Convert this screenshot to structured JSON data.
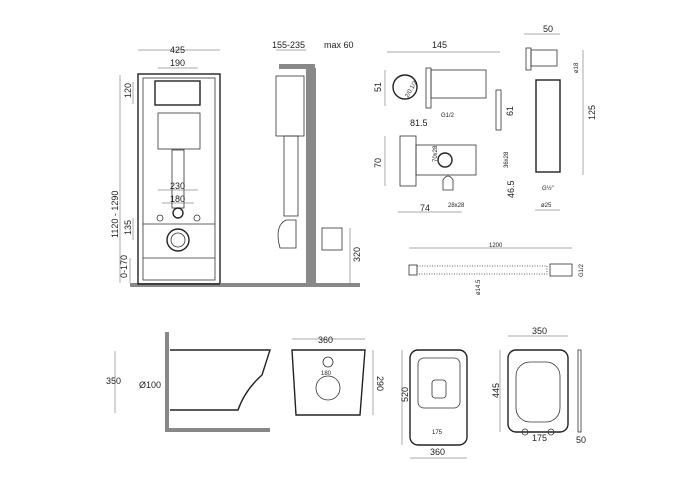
{
  "frame_front": {
    "width": "425",
    "plate_width": "190",
    "plate_height": "120",
    "height_range": "1120 - 1290",
    "bolt_outer": "230",
    "bolt_inner": "180",
    "outlet_height": "135",
    "leg_range": "0-170"
  },
  "frame_side": {
    "depth_range": "155-235",
    "wall_max": "max 60",
    "outlet_height": "320"
  },
  "mixer": {
    "length": "145",
    "height_top": "51",
    "thread": "G1/2",
    "inlet_offset": "81.5",
    "lever": "61",
    "height_bottom": "70",
    "depth": "74",
    "holder": "46.5",
    "size_a": "70x28",
    "size_b": "36x28",
    "size_c": "28x28",
    "conn": "2/0.1/2"
  },
  "shower_head": {
    "bracket": "50",
    "length": "125",
    "dia_top": "ø18",
    "dia_bottom": "ø25",
    "thread": "G½\""
  },
  "hose": {
    "length": "1200",
    "dia": "ø14.5",
    "thread": "G1/2"
  },
  "toilet_side": {
    "height": "350",
    "outlet": "Ø100"
  },
  "toilet_back": {
    "width": "360",
    "bolts": "180",
    "height": "290"
  },
  "toilet_top": {
    "length": "520",
    "bolts": "175",
    "width": "360"
  },
  "seat": {
    "width": "350",
    "length": "445",
    "hinges": "175",
    "thickness": "50"
  }
}
